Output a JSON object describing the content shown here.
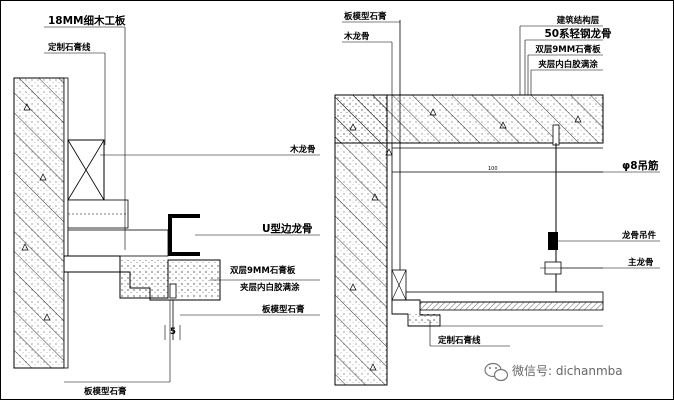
{
  "left_detail": {
    "labels": {
      "wood_board": "18MM细木工板",
      "gypsum_line": "定制石膏线",
      "wood_keel": "木龙骨",
      "u_edge_keel": "U型边龙骨",
      "double_board": "双层9MM石膏板",
      "glue_coat": "夹层内白胶满涂",
      "anchor_gypsum": "板模型石膏",
      "bottom_gypsum": "板模型石膏",
      "dim_5": "5"
    }
  },
  "right_detail": {
    "labels": {
      "anchor_gypsum": "板模型石膏",
      "wood_keel": "木龙骨",
      "structure": "建筑结构层",
      "steel_keel": "50系轻钢龙骨",
      "double_board": "双层9MM石膏板",
      "glue_coat": "夹层内白胶满涂",
      "rebar": "φ8吊筋",
      "hanger": "龙骨吊件",
      "main_keel": "主龙骨",
      "custom_line": "定制石膏线",
      "dim_100": "100"
    }
  },
  "watermark": {
    "text": "微信号: dichanmba",
    "icon": "wechat-icon"
  }
}
